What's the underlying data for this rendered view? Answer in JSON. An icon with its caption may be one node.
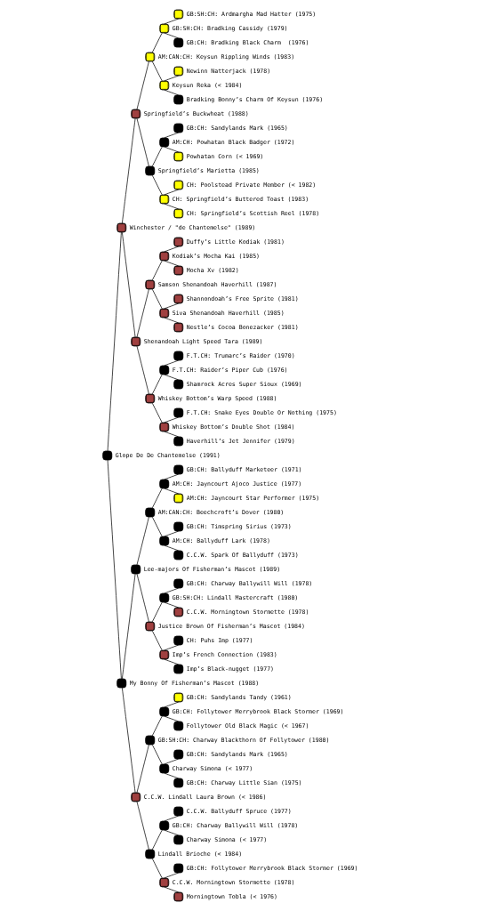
{
  "diagram": {
    "nodes": [
      {
        "text": [],
        "shape": "circle",
        "beside": [
          "GB:SH:CH: Ardmargha Mad Hatter (1975)"
        ]
      },
      {
        "text": [],
        "shape": "circle",
        "beside": [
          "GB:SH:CH: Bradking Cassidy (1979)"
        ]
      },
      {
        "text": [],
        "shape": "circle",
        "beside": [
          "GB:CH: Bradking Black Charm  (1976)"
        ]
      },
      {
        "text": [],
        "shape": "circle",
        "beside": [
          "AM:CAN:CH: Keysun Rippling Winds (1983)"
        ]
      },
      {
        "text": [],
        "shape": "circle",
        "beside": [
          "Newinn Natterjack (1978)"
        ]
      },
      {
        "text": [],
        "shape": "circle",
        "beside": [
          "Keysun Reka (< 1984)"
        ]
      },
      {
        "text": [],
        "shape": "circle",
        "beside": [
          "Bradking Bonny’s Charm Of Keysun (1976)"
        ]
      },
      {
        "text": [],
        "shape": "circle",
        "beside": [
          "Springfield’s Buckwheat (1988)"
        ]
      },
      {
        "text": [],
        "shape": "circle",
        "beside": [
          "GB:CH: Sandylands Mark (1965)"
        ]
      },
      {
        "text": [],
        "shape": "circle",
        "beside": [
          "AM:CH: Powhatan Black Badger (1972)"
        ]
      },
      {
        "text": [],
        "shape": "circle",
        "beside": [
          "Powhatan Corn (< 1969)"
        ]
      },
      {
        "text": [],
        "shape": "circle",
        "beside": [
          "Springfield’s Marietta (1985)"
        ]
      },
      {
        "text": [],
        "shape": "circle",
        "beside": [
          "CH: Poolstead Private Member (< 1982)"
        ]
      },
      {
        "text": [],
        "shape": "circle",
        "beside": [
          "CH: Springfield’s Buttered Toast (1983)"
        ]
      },
      {
        "text": [],
        "shape": "circle",
        "beside": [
          "CH: Springfield’s Scottish Reel (1978)"
        ]
      },
      {
        "text": [],
        "shape": "circle",
        "beside": [
          "Winchester / \"de Chantemelse\" (1989)"
        ]
      },
      {
        "text": [],
        "shape": "circle",
        "beside": [
          "Duffy’s Little Kodiak (1981)"
        ]
      },
      {
        "text": [],
        "shape": "circle",
        "beside": [
          "Kodiak’s Mocha Kai (1985)"
        ]
      },
      {
        "text": [],
        "shape": "circle",
        "beside": [
          "Mocha Xv (1982)"
        ]
      },
      {
        "text": [],
        "shape": "circle",
        "beside": [
          "Samson Shenandoah Haverhill (1987)"
        ]
      },
      {
        "text": [],
        "shape": "circle",
        "beside": [
          "Shannondoah’s Free Sprite (1981)"
        ]
      },
      {
        "text": [],
        "shape": "circle",
        "beside": [
          "Siva Shenandoah Haverhill (1985)"
        ]
      },
      {
        "text": [],
        "shape": "circle",
        "beside": [
          "Nestle’s Cocoa Bonezacker (1981)"
        ]
      },
      {
        "text": [],
        "shape": "circle",
        "beside": [
          "Shenandoah Light Speed Tara (1989)"
        ]
      },
      {
        "text": [],
        "shape": "circle",
        "beside": [
          "F.T.CH: Trumarc’s Raider (1970)"
        ]
      },
      {
        "text": [],
        "shape": "circle",
        "beside": [
          "F.T.CH: Raider’s Piper Cub (1976)"
        ]
      },
      {
        "text": [],
        "shape": "circle",
        "beside": [
          "Shamrock Acres Super Sioux (1969)"
        ]
      },
      {
        "text": [],
        "shape": "circle",
        "beside": [
          "Whiskey Bottom’s Warp Speed (1988)"
        ]
      },
      {
        "text": [],
        "shape": "circle",
        "beside": [
          "F.T.CH: Snake Eyes Double Or Nothing (1975)"
        ]
      },
      {
        "text": [],
        "shape": "circle",
        "beside": [
          "Whiskey Bottom’s Double Shot (1984)"
        ]
      },
      {
        "text": [],
        "shape": "circle",
        "beside": [
          "Haverhill’s Jet Jennifer (1979)"
        ]
      },
      {
        "text": [],
        "shape": "circle",
        "beside": [
          "Glope De De Chantemelse (1991)"
        ]
      },
      {
        "text": [],
        "shape": "circle",
        "beside": [
          "GB:CH: Ballyduff Marketeer (1971)"
        ]
      },
      {
        "text": [],
        "shape": "circle",
        "beside": [
          "AM:CH: Jayncourt Ajoco Justice (1977)"
        ]
      },
      {
        "text": [],
        "shape": "circle",
        "beside": [
          "AM:CH: Jayncourt Star Performer (1975)"
        ]
      },
      {
        "text": [],
        "shape": "circle",
        "beside": [
          "AM:CAN:CH: Beechcroft’s Dover (1980)"
        ]
      },
      {
        "text": [],
        "shape": "circle",
        "beside": [
          "GB:CH: Timspring Sirius (1973)"
        ]
      },
      {
        "text": [],
        "shape": "circle",
        "beside": [
          "AM:CH: Ballyduff Lark (1978)"
        ]
      },
      {
        "text": [],
        "shape": "circle",
        "beside": [
          "C.C.W. Spark Of Ballyduff (1973)"
        ]
      },
      {
        "text": [],
        "shape": "circle",
        "beside": [
          "Lee-majors Of Fisherman’s Mascot (1989)"
        ]
      },
      {
        "text": [],
        "shape": "circle",
        "beside": [
          "GB:CH: Charway Ballywill Will (1978)"
        ]
      },
      {
        "text": [],
        "shape": "circle",
        "beside": [
          "GB:SH:CH: Lindall Mastercraft (1980)"
        ]
      },
      {
        "text": [],
        "shape": "circle",
        "beside": [
          "C.C.W. Morningtown Stormette (1978)"
        ]
      },
      {
        "text": [],
        "shape": "circle",
        "beside": [
          "Justice Brown Of Fisherman’s Mascot (1984)"
        ]
      },
      {
        "text": [],
        "shape": "circle",
        "beside": [
          "CH: Puhs Imp (1977)"
        ]
      },
      {
        "text": [],
        "shape": "circle",
        "beside": [
          "Imp’s French Connection (1983)"
        ]
      },
      {
        "text": [],
        "shape": "circle",
        "beside": [
          "Imp’s Black-nugget (1977)"
        ]
      },
      {
        "text": [],
        "shape": "circle",
        "beside": [
          "My Bonny Of Fisherman’s Mascot (1988)"
        ]
      },
      {
        "text": [],
        "shape": "circle",
        "beside": [
          "GB:CH: Sandylands Tandy (1961)"
        ]
      },
      {
        "text": [],
        "shape": "circle",
        "beside": [
          "GB:CH: Follytower Merrybrook Black Stormer (1969)"
        ]
      },
      {
        "text": [],
        "shape": "circle",
        "beside": [
          "Follytower Old Black Magic (< 1967)"
        ]
      },
      {
        "text": [],
        "shape": "circle",
        "beside": [
          "GB:SH:CH: Charway Blackthorn Of Follytower (1980)"
        ]
      },
      {
        "text": [],
        "shape": "circle",
        "beside": [
          "GB:CH: Sandylands Mark (1965)"
        ]
      },
      {
        "text": [],
        "shape": "circle",
        "beside": [
          "Charway Simona (< 1977)"
        ]
      },
      {
        "text": [],
        "shape": "circle",
        "beside": [
          "GB:CH: Charway Little Sian (1975)"
        ]
      },
      {
        "text": [],
        "shape": "circle",
        "beside": [
          "C.C.W. Lindall Laura Brown (< 1986)"
        ]
      },
      {
        "text": [],
        "shape": "circle",
        "beside": [
          "C.C.W. Ballyduff Spruce (1977)"
        ]
      },
      {
        "text": [],
        "shape": "circle",
        "beside": [
          "GB:CH: Charway Ballywill Will (1978)"
        ]
      },
      {
        "text": [],
        "shape": "circle",
        "beside": [
          "Charway Simona (< 1977)"
        ]
      },
      {
        "text": [],
        "shape": "circle",
        "beside": [
          "Lindall Brioche (< 1984)"
        ]
      },
      {
        "text": [],
        "shape": "circle",
        "beside": [
          "GB:CH: Follytower Merrybrook Black Stormer (1969)"
        ]
      },
      {
        "text": [],
        "shape": "circle",
        "beside": [
          "C.C.W. Morningtown Stormette (1978)"
        ]
      },
      {
        "text": [],
        "shape": "circle",
        "beside": [
          "Morningtown Tobla (< 1976)"
        ]
      }
    ],
    "edges": [
      {
        "from": 31,
        "to": 15,
        "arrow": "none"
      },
      {
        "from": 31,
        "to": 47,
        "arrow": "none"
      },
      {
        "from": 15,
        "to": 7,
        "arrow": "none"
      },
      {
        "from": 15,
        "to": 23,
        "arrow": "none"
      },
      {
        "from": 47,
        "to": 39,
        "arrow": "none"
      },
      {
        "from": 47,
        "to": 55,
        "arrow": "none"
      },
      {
        "from": 7,
        "to": 3,
        "arrow": "none"
      },
      {
        "from": 7,
        "to": 11,
        "arrow": "none"
      },
      {
        "from": 23,
        "to": 19,
        "arrow": "none"
      },
      {
        "from": 23,
        "to": 27,
        "arrow": "none"
      },
      {
        "from": 39,
        "to": 35,
        "arrow": "none"
      },
      {
        "from": 39,
        "to": 43,
        "arrow": "none"
      },
      {
        "from": 55,
        "to": 51,
        "arrow": "none"
      },
      {
        "from": 55,
        "to": 59,
        "arrow": "none"
      },
      {
        "from": 3,
        "to": 1,
        "arrow": "none"
      },
      {
        "from": 3,
        "to": 5,
        "arrow": "none"
      },
      {
        "from": 11,
        "to": 9,
        "arrow": "none"
      },
      {
        "from": 11,
        "to": 13,
        "arrow": "none"
      },
      {
        "from": 19,
        "to": 17,
        "arrow": "none"
      },
      {
        "from": 19,
        "to": 21,
        "arrow": "none"
      },
      {
        "from": 27,
        "to": 25,
        "arrow": "none"
      },
      {
        "from": 27,
        "to": 29,
        "arrow": "none"
      },
      {
        "from": 35,
        "to": 33,
        "arrow": "none"
      },
      {
        "from": 35,
        "to": 37,
        "arrow": "none"
      },
      {
        "from": 43,
        "to": 41,
        "arrow": "none"
      },
      {
        "from": 43,
        "to": 45,
        "arrow": "none"
      },
      {
        "from": 51,
        "to": 49,
        "arrow": "none"
      },
      {
        "from": 51,
        "to": 53,
        "arrow": "none"
      },
      {
        "from": 59,
        "to": 57,
        "arrow": "none"
      },
      {
        "from": 59,
        "to": 61,
        "arrow": "none"
      },
      {
        "from": 1,
        "to": 0,
        "arrow": "none"
      },
      {
        "from": 1,
        "to": 2,
        "arrow": "none"
      },
      {
        "from": 5,
        "to": 4,
        "arrow": "none"
      },
      {
        "from": 5,
        "to": 6,
        "arrow": "none"
      },
      {
        "from": 9,
        "to": 8,
        "arrow": "none"
      },
      {
        "from": 9,
        "to": 10,
        "arrow": "none"
      },
      {
        "from": 13,
        "to": 12,
        "arrow": "none"
      },
      {
        "from": 13,
        "to": 14,
        "arrow": "none"
      },
      {
        "from": 17,
        "to": 16,
        "arrow": "none"
      },
      {
        "from": 17,
        "to": 18,
        "arrow": "none"
      },
      {
        "from": 21,
        "to": 20,
        "arrow": "none"
      },
      {
        "from": 21,
        "to": 22,
        "arrow": "none"
      },
      {
        "from": 25,
        "to": 24,
        "arrow": "none"
      },
      {
        "from": 25,
        "to": 26,
        "arrow": "none"
      },
      {
        "from": 29,
        "to": 28,
        "arrow": "none"
      },
      {
        "from": 29,
        "to": 30,
        "arrow": "none"
      },
      {
        "from": 33,
        "to": 32,
        "arrow": "none"
      },
      {
        "from": 33,
        "to": 34,
        "arrow": "none"
      },
      {
        "from": 37,
        "to": 36,
        "arrow": "none"
      },
      {
        "from": 37,
        "to": 38,
        "arrow": "none"
      },
      {
        "from": 41,
        "to": 40,
        "arrow": "none"
      },
      {
        "from": 41,
        "to": 42,
        "arrow": "none"
      },
      {
        "from": 45,
        "to": 44,
        "arrow": "none"
      },
      {
        "from": 45,
        "to": 46,
        "arrow": "none"
      },
      {
        "from": 49,
        "to": 48,
        "arrow": "none"
      },
      {
        "from": 49,
        "to": 50,
        "arrow": "none"
      },
      {
        "from": 53,
        "to": 52,
        "arrow": "none"
      },
      {
        "from": 53,
        "to": 54,
        "arrow": "none"
      },
      {
        "from": 57,
        "to": 56,
        "arrow": "none"
      },
      {
        "from": 57,
        "to": 58,
        "arrow": "none"
      },
      {
        "from": 61,
        "to": 60,
        "arrow": "none"
      },
      {
        "from": 61,
        "to": 62,
        "arrow": "none"
      }
    ]
  }
}
